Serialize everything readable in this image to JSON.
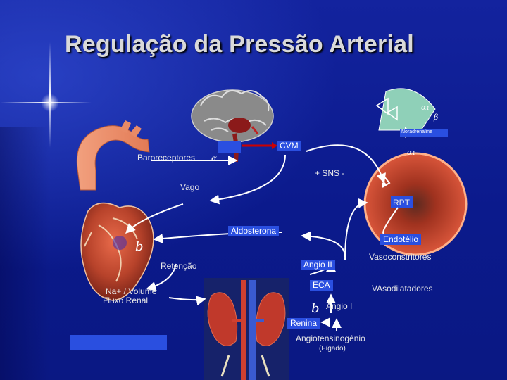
{
  "title": "Regulação da Pressão Arterial",
  "labels": {
    "baroreceptores": "Baroreceptores",
    "alpha_baro": "α",
    "cvm": "CVM",
    "vago": "Vago",
    "sns": "+ SNS -",
    "rpt": "RPT",
    "aldosterona": "Aldosterona",
    "endotelio": "Endotélio",
    "beta_heart": "b",
    "retencao": "Retenção",
    "vasoconstritores": "Vasoconstritores",
    "angio_ii": "Angio II",
    "na_volume": "Na+ / Volume",
    "fluxo_renal": "Fluxo Renal",
    "eca": "ECA",
    "vasodilatadores": "VAsodilatadores",
    "beta_kidney": "b",
    "angio_i": "Angio I",
    "renina": "Renina",
    "angiotensinogenio": "Angiotensinogênio",
    "figado": "(Fígado)",
    "receptor_alpha1": "α₁",
    "receptor_beta": "β",
    "receptor_alpha2": "α₁",
    "noradrenaline": "Noradrenaline"
  },
  "colors": {
    "background": "#0b1a8c",
    "title": "#d9d9d9",
    "label_box": "#2a4fe0",
    "arrow": "#ffffff",
    "vessel": "#c0392b"
  },
  "icons": [
    "brain-illustration",
    "aorta-illustration",
    "heart-illustration",
    "kidneys-illustration",
    "vessel-illustration",
    "synapse-illustration"
  ]
}
